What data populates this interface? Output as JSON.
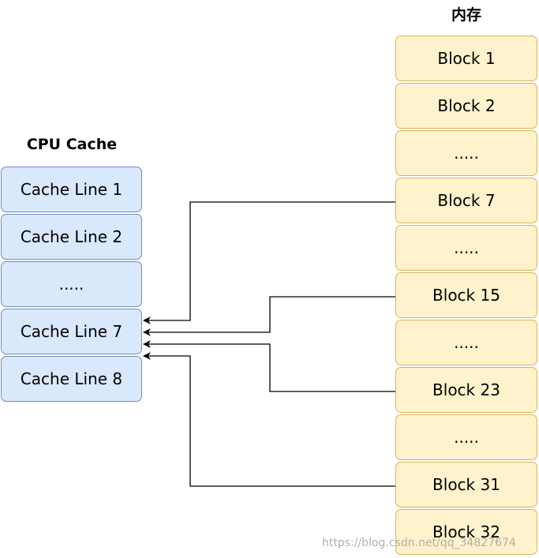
{
  "cache": {
    "title": "CPU Cache",
    "lines": [
      "Cache Line 1",
      "Cache Line 2",
      ".....",
      "Cache Line 7",
      "Cache Line 8"
    ],
    "fill": "#dae8fc",
    "stroke": "#6c8ebf"
  },
  "memory": {
    "title": "内存",
    "blocks": [
      "Block 1",
      "Block 2",
      ".....",
      "Block 7",
      ".....",
      "Block 15",
      ".....",
      "Block 23",
      ".....",
      "Block 31",
      "Block 32"
    ],
    "fill": "#fff2cc",
    "stroke": "#d6b656"
  },
  "mappings": [
    {
      "from": "Block 7",
      "to": "Cache Line 7"
    },
    {
      "from": "Block 15",
      "to": "Cache Line 7"
    },
    {
      "from": "Block 23",
      "to": "Cache Line 7"
    },
    {
      "from": "Block 31",
      "to": "Cache Line 7"
    }
  ],
  "watermark": "https://blog.csdn.net/qq_34827674"
}
